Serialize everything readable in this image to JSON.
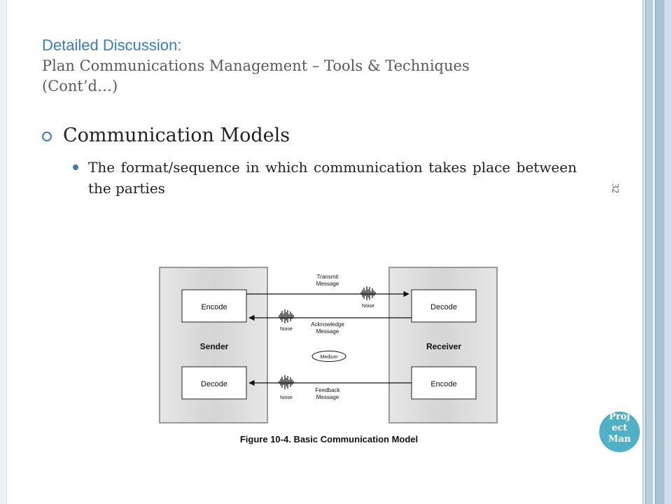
{
  "title": {
    "line1": "Detailed Discussion:",
    "line2": "Plan Communications Management – Tools & Techniques",
    "line3": "(Cont’d…)"
  },
  "bullets": {
    "level1": "Communication Models",
    "level2": "The format/sequence in which communication takes place between the parties"
  },
  "slide_number": "32",
  "badge": {
    "lines": [
      "Proj",
      "ect",
      "Man"
    ]
  },
  "figure": {
    "sender_label": "Sender",
    "receiver_label": "Receiver",
    "sender_top_box": "Encode",
    "sender_bottom_box": "Decode",
    "receiver_top_box": "Decode",
    "receiver_bottom_box": "Encode",
    "transmit_line1": "Transmit",
    "transmit_line2": "Message",
    "acknowledge_line1": "Acknowledge",
    "acknowledge_line2": "Message",
    "feedback_line1": "Feedback",
    "feedback_line2": "Message",
    "medium_label": "Medium",
    "noise_label": "Noise",
    "caption": "Figure 10-4. Basic Communication Model"
  },
  "colors": {
    "accent": "#3b7bc4",
    "badge": "#4fb0c6",
    "figure_panel": "#d9d9d9"
  }
}
